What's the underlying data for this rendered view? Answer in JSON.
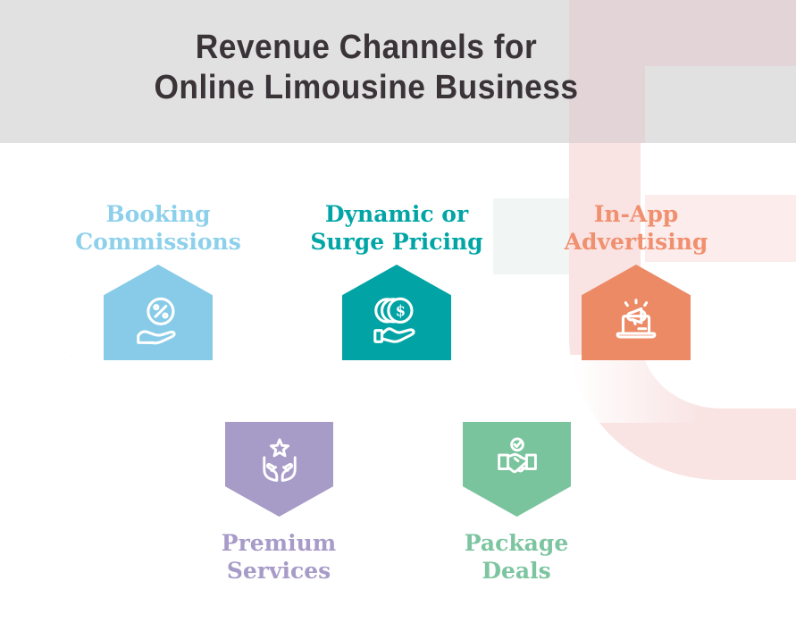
{
  "title": {
    "line1": "Revenue Channels for",
    "line2": "Online Limousine Business"
  },
  "channels": [
    {
      "name": "Booking Commissions",
      "label_line1": "Booking",
      "label_line2": "Commissions",
      "color": "#87cbe8",
      "label_color": "#8dd0eb",
      "icon": "hand-percent-icon",
      "position": "top-row"
    },
    {
      "name": "Dynamic or Surge Pricing",
      "label_line1": "Dynamic or",
      "label_line2": "Surge Pricing",
      "color": "#02a3a4",
      "label_color": "#01a5a6",
      "icon": "hand-coins-icon",
      "position": "top-row"
    },
    {
      "name": "In-App Advertising",
      "label_line1": "In-App",
      "label_line2": "Advertising",
      "color": "#ec8a66",
      "label_color": "#f0906f",
      "icon": "laptop-megaphone-icon",
      "position": "top-row"
    },
    {
      "name": "Premium Services",
      "label_line1": "Premium",
      "label_line2": "Services",
      "color": "#a79bc8",
      "label_color": "#a79bc8",
      "icon": "hands-star-icon",
      "position": "bottom-row"
    },
    {
      "name": "Package Deals",
      "label_line1": "Package",
      "label_line2": "Deals",
      "color": "#79c49d",
      "label_color": "#7cc5a0",
      "icon": "handshake-check-icon",
      "position": "bottom-row"
    }
  ],
  "icons": {
    "dollar_glyph": "$"
  },
  "palette": {
    "background": "#ffffff",
    "header_background": "#e2e1e1",
    "title_color": "#3a3438",
    "timeline_bar": "#ffffff",
    "decor_dusty_pink": "#e3d4d7",
    "decor_ring_pink": "#f9e3e3",
    "decor_pale_pink": "#fcecec",
    "decor_pale_green": "#f1f6f4"
  }
}
